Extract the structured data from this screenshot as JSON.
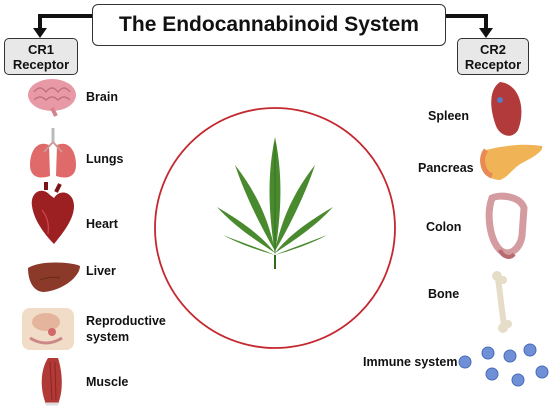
{
  "title": "The Endocannabinoid System",
  "receptors": {
    "cr1": {
      "line1": "CR1",
      "line2": "Receptor"
    },
    "cr2": {
      "line1": "CR2",
      "line2": "Receptor"
    }
  },
  "cr1_organs": [
    "Brain",
    "Lungs",
    "Heart",
    "Liver",
    "Reproductive system",
    "Muscle"
  ],
  "cr2_organs": [
    "Spleen",
    "Pancreas",
    "Colon",
    "Bone",
    "Immune system"
  ],
  "colors": {
    "circle": "#c4272e",
    "leaf": "#4a8a2e",
    "leaf_dark": "#2f6b1f",
    "receptor_bg": "#e8e8e8"
  }
}
